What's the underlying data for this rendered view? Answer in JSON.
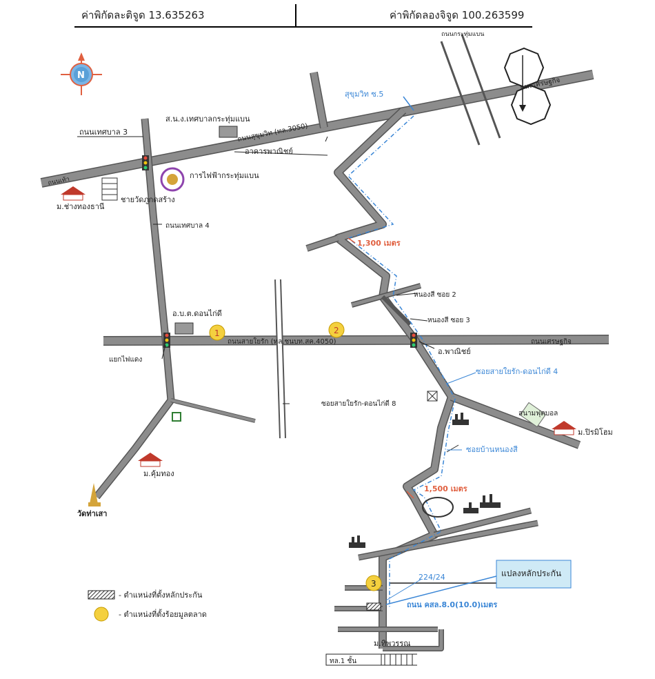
{
  "header": {
    "latitude_label": "ค่าพิกัดละติจูด 13.635263",
    "longitude_label": "ค่าพิกัดลองจิจูด 100.263599"
  },
  "compass": {
    "letter": "N"
  },
  "roads": {
    "sukhumvit": "ถนนสุขุมวิท (ทล.3050)",
    "sai_yai_rak": "ถนนสายใยรัก (ทล.ชนบท.สค.4050)",
    "thetsaban_3": "ถนนเทศบาล 3",
    "thetsaban_4": "ถนนเทศบาล 4",
    "setthakit_1": "ถนนเศรษฐกิจ",
    "setthakit_2": "ถนนเศรษฐกิจ",
    "sukhumvit_soi_5": "สุขุมวิท ซ.5",
    "soi_sai_yai_rak_4": "ซอยสายใยรัก-ดอนไก่ดี 4",
    "soi_sai_yai_rak_8": "ซอยสายใยรัก-ดอนไก่ดี 8",
    "soi_ban_nong_si": "ซอยบ้านหนองสี",
    "nong_si_2": "หนองสี ซอย 2",
    "nong_si_3": "หนองสี ซอย 3",
    "sp_road": "ถนน คสล.8.0(10.0)เมตร",
    "left_road": "ถนนเท้า",
    "top_right": "ถนนกระทุ่มแบน",
    "highway_1": "ทล.1 ชั้น"
  },
  "places": {
    "municipality_office": "ส.น.ง.เทศบาลกระทุ่มแบน",
    "commercial_building": "อาคารพาณิชย์",
    "electricity": "การไฟฟ้ากระทุ่มแบน",
    "chang_thong_thani": "ม.ช่างทองธานี",
    "sai_wat_phu": "ชายวัดภูกดสร้าง",
    "obt_don_kai_di": "อ.บ.ต.ดอนไก่ดี",
    "traffic_intersection": "แยกไฟแดง",
    "kum_thong": "ม.คุ้มทอง",
    "wat_tha_sao": "วัดท่าเสา",
    "commercial_2": "อ.พาณิชย์",
    "football_field": "สนามฟุตบอล",
    "pirom_village": "ม.ปิรมิโฮม",
    "thippawan_village": "ม.ทิพวรรณ",
    "parcel_number": "224/24"
  },
  "distances": {
    "d1": "1,300 เมตร",
    "d2": "1,500 เมตร"
  },
  "markers": {
    "m1": "1",
    "m2": "2",
    "m3": "3"
  },
  "callout": {
    "label": "แปลงหลักประกัน"
  },
  "legend": {
    "collateral": "- ตำแหน่งที่ตั้งหลักประกัน",
    "market": "- ตำแหน่งที่ตั้งร้อยมูลตลาด"
  },
  "colors": {
    "road": "#8c8c8c",
    "road_edge": "#555555",
    "route": "#3a86d6",
    "distance": "#e06040",
    "marker": "#f4d03f",
    "callout_bg": "#cfeaf6"
  }
}
